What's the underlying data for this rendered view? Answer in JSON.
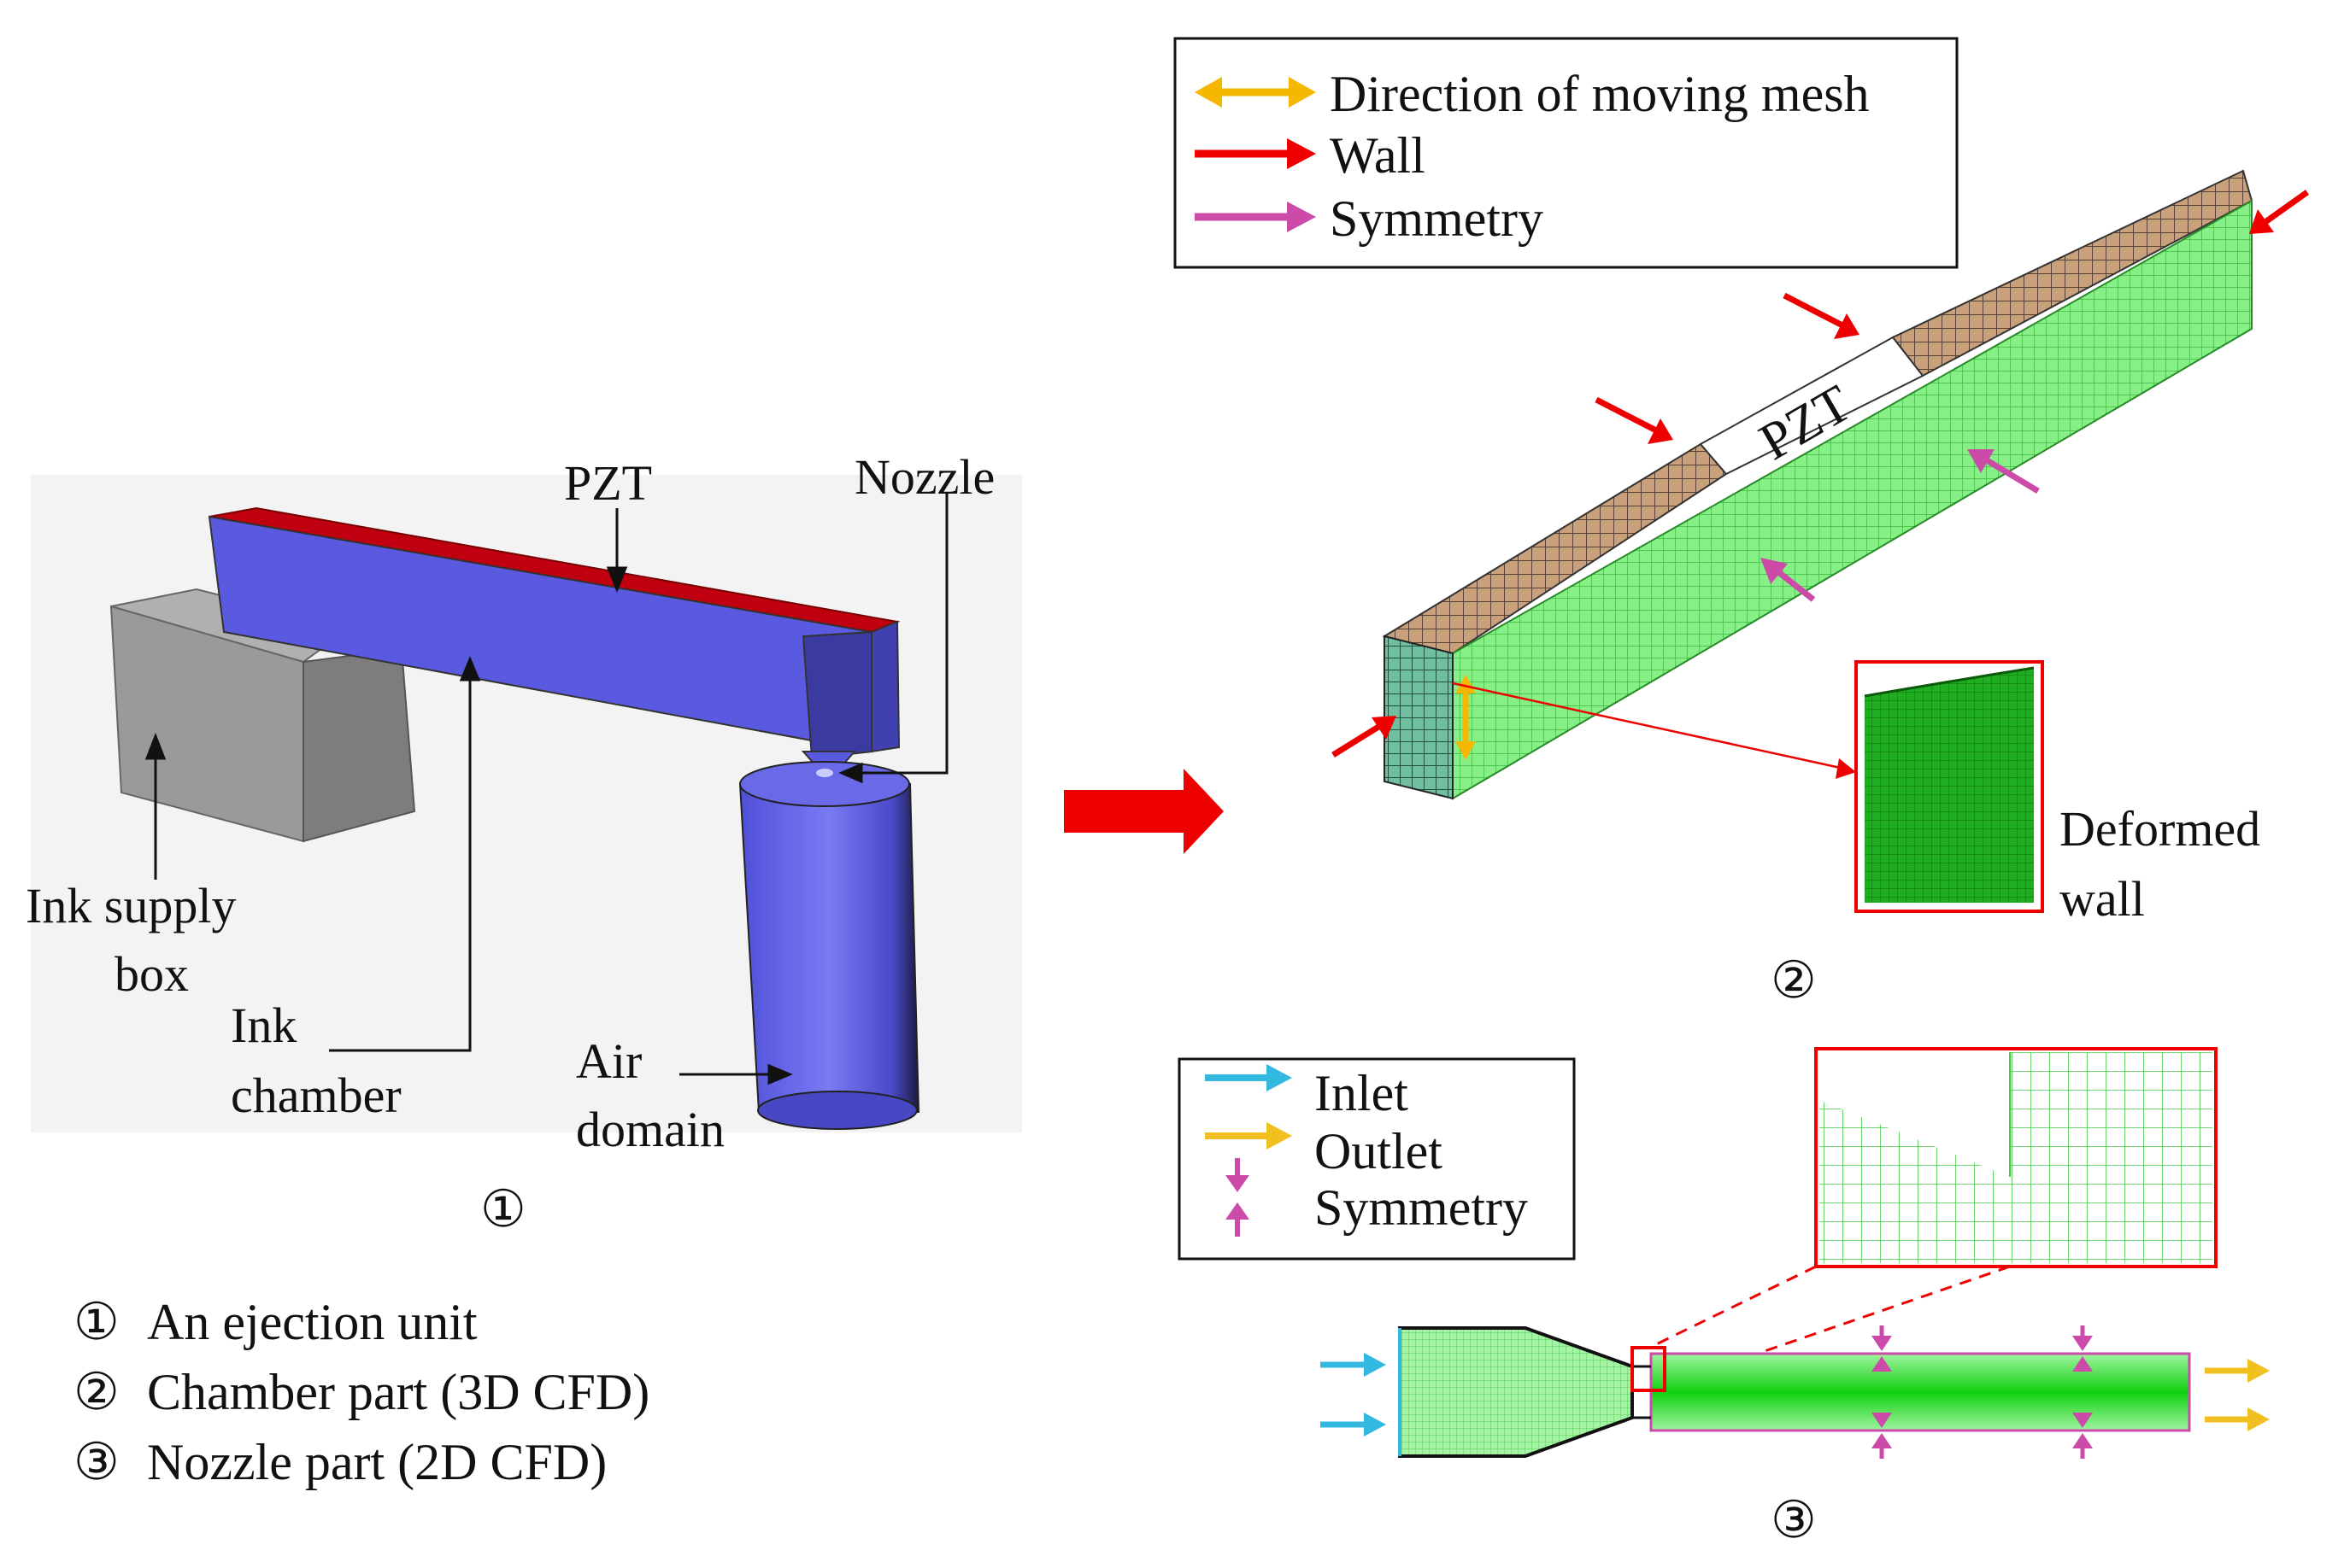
{
  "panel1": {
    "labels": {
      "pzt": "PZT",
      "nozzle": "Nozzle",
      "ink_supply_1": "Ink supply",
      "ink_supply_2": "box",
      "ink_chamber_1": "Ink",
      "ink_chamber_2": "chamber",
      "air_1": "Air",
      "air_2": "domain"
    },
    "number": "①",
    "colors": {
      "chamber": "#5a5ae0",
      "pzt": "#c00010",
      "box": "#9a9a9a",
      "air": "#6868f0"
    }
  },
  "captions": [
    {
      "marker": "①",
      "text": "An ejection unit"
    },
    {
      "marker": "②",
      "text": "Chamber part (3D CFD)"
    },
    {
      "marker": "③",
      "text": "Nozzle part (2D CFD)"
    }
  ],
  "panel2": {
    "legend": [
      {
        "text": "Direction of moving mesh",
        "color": "#f5b800",
        "icon": "double-arrow-icon"
      },
      {
        "text": "Wall",
        "color": "#ee0000",
        "icon": "arrow-icon"
      },
      {
        "text": "Symmetry",
        "color": "#cc4aa8",
        "icon": "arrow-icon"
      }
    ],
    "pzt_label": "PZT",
    "deformed_1": "Deformed",
    "deformed_2": "wall",
    "number": "②",
    "colors": {
      "mesh": "#80ee80",
      "top_mesh": "#b89070"
    }
  },
  "panel3": {
    "legend": [
      {
        "text": "Inlet",
        "color": "#33b8e0",
        "icon": "arrow-icon"
      },
      {
        "text": "Outlet",
        "color": "#f0c020",
        "icon": "arrow-icon"
      },
      {
        "text": "Symmetry",
        "color": "#cc4aa8",
        "icon": "opposing-arrows-icon"
      }
    ],
    "number": "③",
    "colors": {
      "mesh": "#90f090",
      "core": "#20d020"
    }
  },
  "transition_arrow_color": "#ee0000"
}
